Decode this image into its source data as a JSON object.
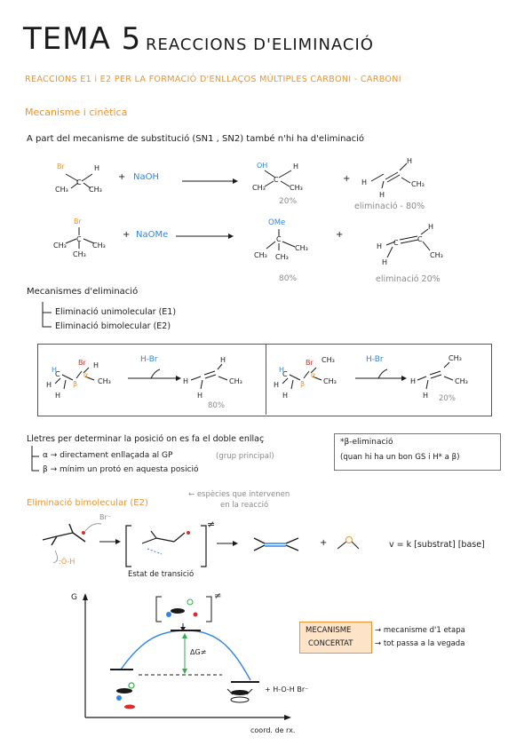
{
  "header": {
    "title_number": "TEMA 5",
    "title_text": "REACCIONS D'ELIMINACIÓ",
    "subtitle": "REACCIONS E1 i E2 PER LA FORMACIÓ D'ENLLAÇOS MÚLTIPLES CARBONI - CARBONI"
  },
  "section1": {
    "heading": "Mecanisme i cinètica",
    "intro": "A part del mecanisme de substitució (SN1 , SN2) també n'hi ha d'eliminació"
  },
  "reaction1": {
    "reagent_sub": "Br",
    "plus1": "+",
    "base": "NaOH",
    "prod_sub": "OH",
    "prod_yield": "20%",
    "plus2": "+",
    "elim_yield": "eliminació - 80%"
  },
  "reaction2": {
    "reagent_sub": "Br",
    "plus1": "+",
    "base": "NaOMe",
    "prod_sub": "OMe",
    "prod_yield": "80%",
    "plus2": "+",
    "elim_yield": "eliminació 20%"
  },
  "mechanisms": {
    "heading": "Mecanismes d'eliminació",
    "items": [
      "Eliminació unimolecular (E1)",
      "Eliminació bimolecular (E2)"
    ]
  },
  "box": {
    "left_reagent": "H-Br",
    "left_yield": "80%",
    "right_reagent": "H-Br",
    "right_yield": "20%",
    "alpha": "α",
    "beta": "β"
  },
  "letters": {
    "heading": "Lletres per determinar la posició on es fa el doble enllaç",
    "alpha_line": "α → directament enllaçada al GP",
    "alpha_note": "(grup principal)",
    "beta_line": "β → mínim un protó en aquesta posició",
    "note_title": "*β-eliminació",
    "note_text": "(quan hi ha un bon GS i H* a β)"
  },
  "e2": {
    "heading": "Eliminació bimolecular (E2)",
    "note": "← espècies que intervenen",
    "note2": "en la reacció",
    "ts_label": "Estat de transició",
    "ts_mark": "≠",
    "rate_law": "v = k [substrat] [base]",
    "hydroxide": "⁻:Ö-H",
    "br_minus": "Br⁻"
  },
  "energy": {
    "y_axis": "G",
    "x_axis": "coord. de rx.",
    "delta": "ΔG≠",
    "ts_mark": "≠",
    "products_text": "+ H-O-H  Br⁻"
  },
  "concerted": {
    "box_line1": "MECANISME",
    "box_line2": "CONCERTAT",
    "arrow1": "→ mecanisme d'1 etapa",
    "arrow2": "→ tot passa a la vegada"
  }
}
